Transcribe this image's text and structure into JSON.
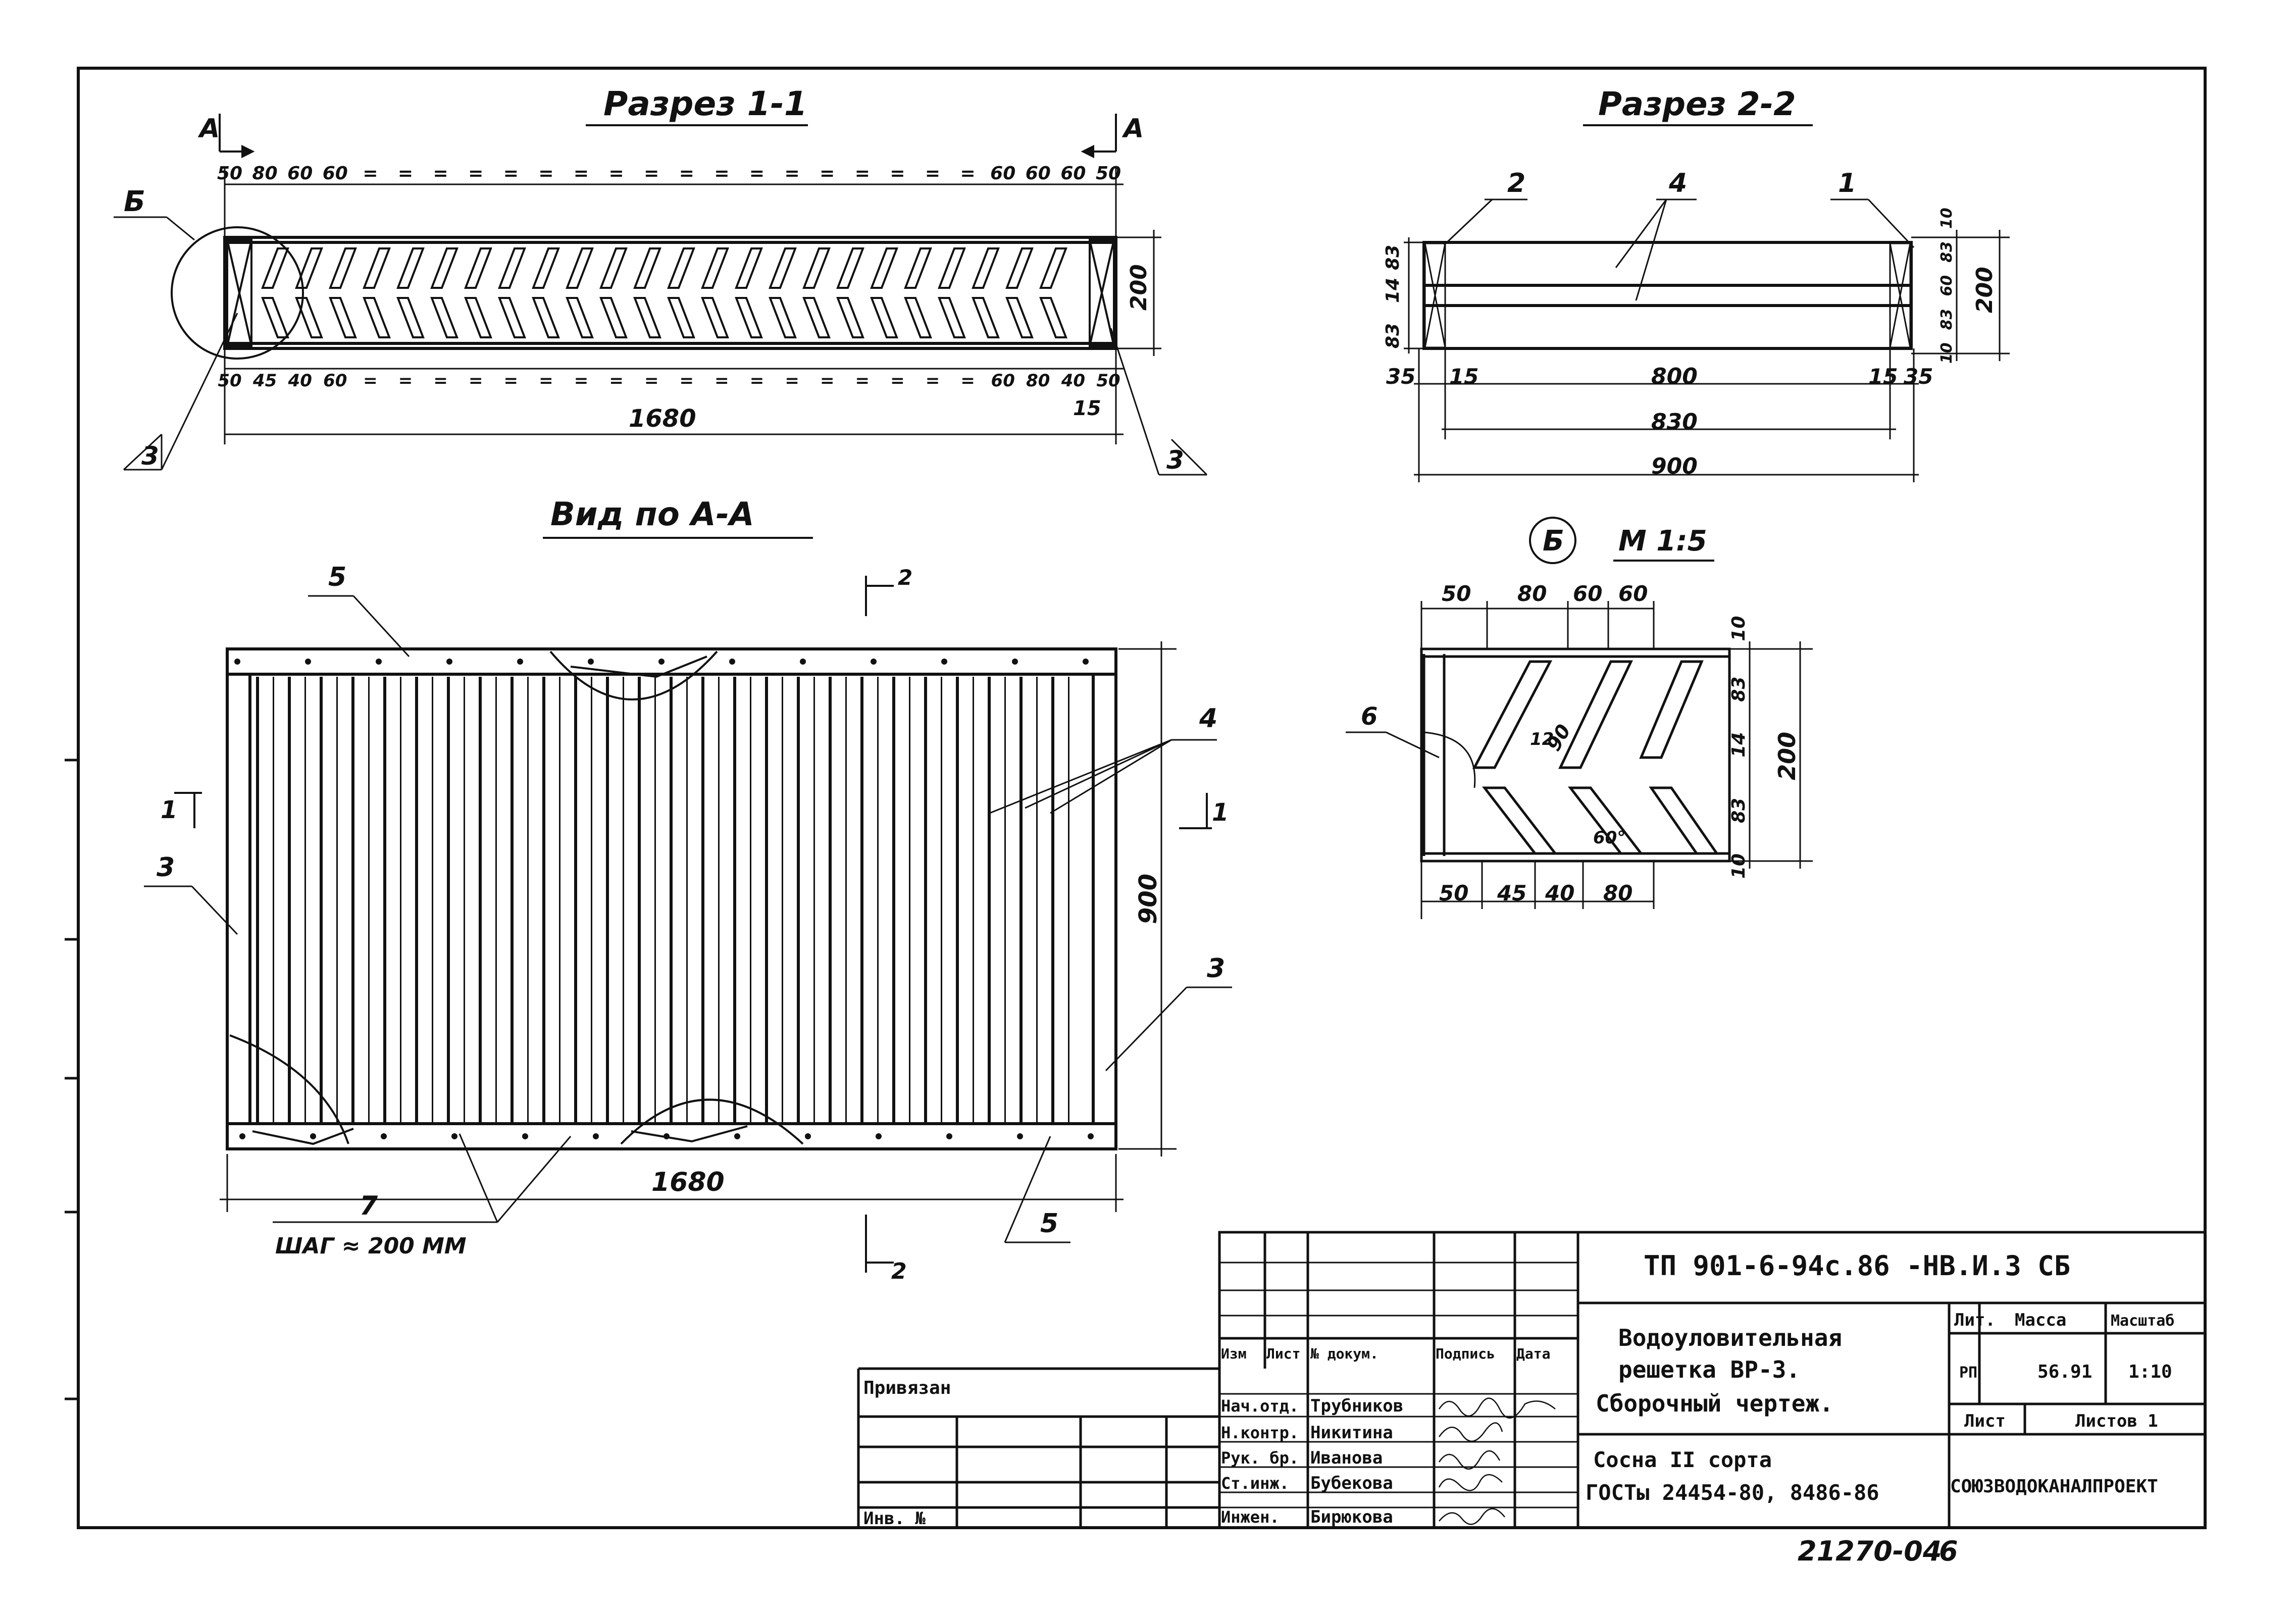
{
  "sheet": {
    "sections": {
      "s11": {
        "title": "Разрез 1-1",
        "marker_left": "А",
        "marker_right": "А",
        "top_dims": [
          "50",
          "80",
          "60",
          "60",
          "=",
          "=",
          "=",
          "=",
          "=",
          "=",
          "=",
          "=",
          "=",
          "=",
          "=",
          "=",
          "=",
          "=",
          "=",
          "=",
          "=",
          "=",
          "60",
          "60",
          "60",
          "50"
        ],
        "bottom_dims": [
          "50",
          "45",
          "40",
          "60",
          "=",
          "=",
          "=",
          "=",
          "=",
          "=",
          "=",
          "=",
          "=",
          "=",
          "=",
          "=",
          "=",
          "=",
          "=",
          "=",
          "=",
          "=",
          "60",
          "80",
          "40",
          "50"
        ],
        "height_dim": "200",
        "length_dim": "1680",
        "small_dim": "15",
        "label_b": "Б",
        "callout_left": "3",
        "callout_right": "3"
      },
      "s22": {
        "title": "Разрез 2-2",
        "callout_2": "2",
        "callout_4": "4",
        "callout_1": "1",
        "left_dims": [
          "83",
          "14",
          "83"
        ],
        "right_dims": [
          "10",
          "83",
          "60",
          "83",
          "10"
        ],
        "height_dim": "200",
        "bottom_dims": {
          "a": "35",
          "b": "15",
          "c": "800",
          "d": "15",
          "e": "35"
        },
        "dim_830": "830",
        "dim_900": "900"
      },
      "view": {
        "title": "Вид по А-А",
        "marker_top": "2",
        "marker_bottom": "2",
        "marker_left": "1",
        "marker_right": "1",
        "callout_5_top": "5",
        "callout_5_bottom": "5",
        "callout_4": "4",
        "callout_3_left": "3",
        "callout_3_right": "3",
        "callout_7": "7",
        "pitch_note": "ШАГ ≈ 200 ММ",
        "height_dim": "900",
        "length_dim": "1680"
      },
      "detail": {
        "label": "Б",
        "scale": "М 1:5",
        "top_dims": [
          "50",
          "80",
          "60",
          "60"
        ],
        "bottom_dims": [
          "50",
          "45",
          "40",
          "80"
        ],
        "right_dims": [
          "10",
          "83",
          "14",
          "83",
          "10"
        ],
        "height_dim": "200",
        "inner_90": "90",
        "inner_12": "12",
        "angle": "60°",
        "callout_6": "6"
      }
    },
    "title_block": {
      "doc_code": "ТП 901-6-94с.86   -НВ.И.3 СБ",
      "name_lines": [
        "Водоуловительная",
        "решетка ВР-3.",
        "Сборочный чертеж."
      ],
      "material_lines": [
        "Сосна II сорта",
        "ГОСТы 24454-80, 8486-86"
      ],
      "headers": [
        "Изм",
        "Лист",
        "№ докум.",
        "Подпись",
        "Дата"
      ],
      "roles": [
        "Нач.отд.",
        "Н.контр.",
        "Рук. бр.",
        "Ст.инж.",
        "Инжен."
      ],
      "names": [
        "Трубников",
        "Никитина",
        "Иванова",
        "Бубекова",
        "Бирюкова"
      ],
      "lit_header": "Лит.",
      "mass_header": "Масса",
      "scale_header": "Масштаб",
      "lit_value": "РП",
      "mass_value": "56.91",
      "scale_value": "1:10",
      "sheet_label": "Лист",
      "sheets_label": "Листов 1",
      "org": "СОЮЗВОДОКАНАЛПРОЕКТ",
      "privyazan": "Привязан",
      "inv": "Инв. №"
    },
    "footer": {
      "number": "21270-04",
      "sheet": "6"
    }
  }
}
